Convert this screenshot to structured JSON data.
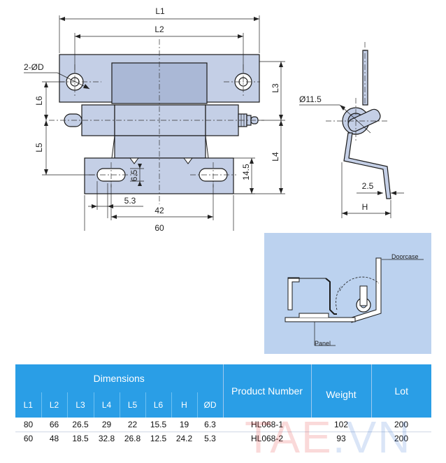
{
  "front_view": {
    "L1": "L1",
    "L2": "L2",
    "hole_callout": "2-ØD",
    "L3": "L3",
    "L4": "L4",
    "L5": "L5",
    "L6": "L6",
    "dim_6_5": "6.5",
    "dim_14_5": "14.5",
    "dim_5_3": "5.3",
    "dim_42": "42",
    "dim_60": "60"
  },
  "side_view": {
    "diameter": "Ø11.5",
    "thickness": "2.5",
    "H": "H"
  },
  "install_view": {
    "doorcase": "Doorcase",
    "panel": "Panel"
  },
  "table": {
    "dimensions_header": "Dimensions",
    "product_header": "Product Number",
    "weight_header": "Weight",
    "lot_header": "Lot",
    "columns": [
      "L1",
      "L2",
      "L3",
      "L4",
      "L5",
      "L6",
      "H",
      "ØD"
    ],
    "rows": [
      {
        "dims": [
          "80",
          "66",
          "26.5",
          "29",
          "22",
          "15.5",
          "19",
          "6.3"
        ],
        "product": "HL068-1",
        "weight": "102",
        "lot": "200"
      },
      {
        "dims": [
          "60",
          "48",
          "18.5",
          "32.8",
          "26.8",
          "12.5",
          "24.2",
          "5.3"
        ],
        "product": "HL068-2",
        "weight": "93",
        "lot": "200"
      }
    ]
  },
  "watermark": {
    "part1": "TAE",
    "part2": ".VN"
  },
  "colors": {
    "part_fill": "#c4cfe6",
    "table_header": "#2a9ee6",
    "install_bg": "#bcd2ef"
  }
}
